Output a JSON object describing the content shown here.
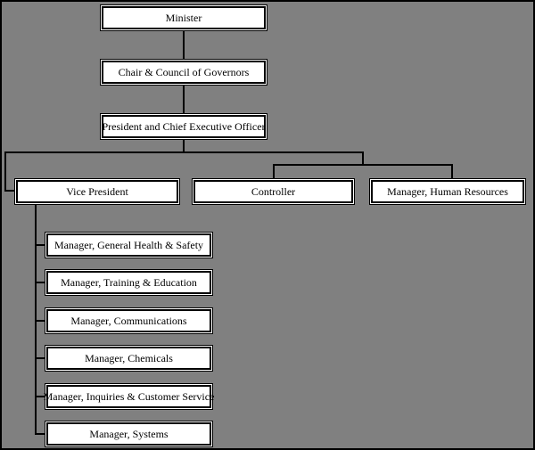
{
  "diagram": {
    "type": "org-chart",
    "colors": {
      "background": "#808080",
      "box_fill": "#ffffff",
      "box_border": "#000000",
      "line_color": "#000000",
      "frame_border": "#000000"
    },
    "nodes": {
      "minister": {
        "label": "Minister"
      },
      "chair": {
        "label": "Chair & Council of Governors"
      },
      "president": {
        "label": "President and Chief Executive Officer"
      },
      "vice_president": {
        "label": "Vice President"
      },
      "controller": {
        "label": "Controller"
      },
      "hr_manager": {
        "label": "Manager, Human Resources"
      },
      "managers": [
        {
          "label": "Manager, General Health & Safety"
        },
        {
          "label": "Manager, Training & Education"
        },
        {
          "label": "Manager, Communications"
        },
        {
          "label": "Manager, Chemicals"
        },
        {
          "label": "Manager, Inquiries & Customer Service"
        },
        {
          "label": "Manager, Systems"
        }
      ]
    },
    "edges": [
      [
        "minister",
        "chair"
      ],
      [
        "chair",
        "president"
      ],
      [
        "president",
        "vice_president"
      ],
      [
        "president",
        "controller"
      ],
      [
        "president",
        "hr_manager"
      ],
      [
        "vice_president",
        "Manager, General Health & Safety"
      ],
      [
        "vice_president",
        "Manager, Training & Education"
      ],
      [
        "vice_president",
        "Manager, Communications"
      ],
      [
        "vice_president",
        "Manager, Chemicals"
      ],
      [
        "vice_president",
        "Manager, Inquiries & Customer Service"
      ],
      [
        "vice_president",
        "Manager, Systems"
      ]
    ]
  }
}
